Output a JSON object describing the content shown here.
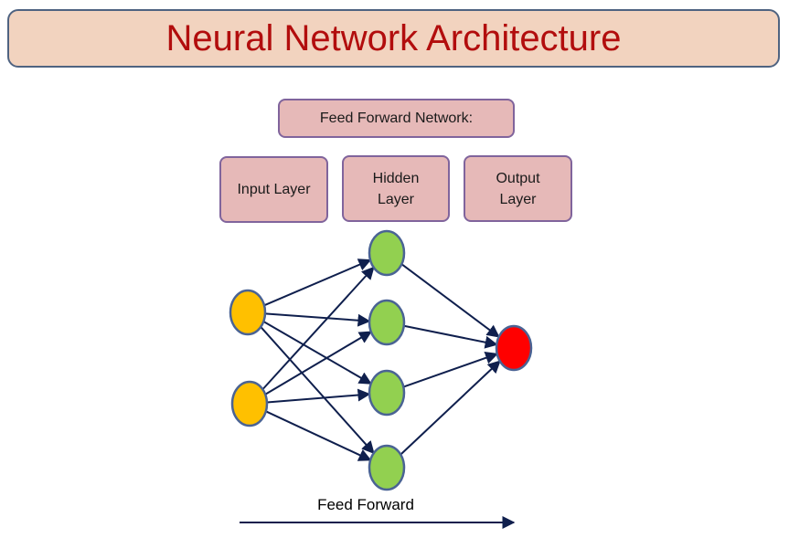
{
  "title": "Neural Network Architecture",
  "subtitle_box": "Feed Forward Network:",
  "layers": {
    "input": "Input Layer",
    "hidden": [
      "Hidden",
      "Layer"
    ],
    "output": [
      "Output",
      "Layer"
    ]
  },
  "network": {
    "input_nodes": 2,
    "hidden_nodes": 4,
    "output_nodes": 1,
    "colors": {
      "input": "#ffc000",
      "hidden": "#92d050",
      "output": "#ff0000",
      "edges": "#0f1f4d"
    }
  },
  "caption": "Feed Forward"
}
